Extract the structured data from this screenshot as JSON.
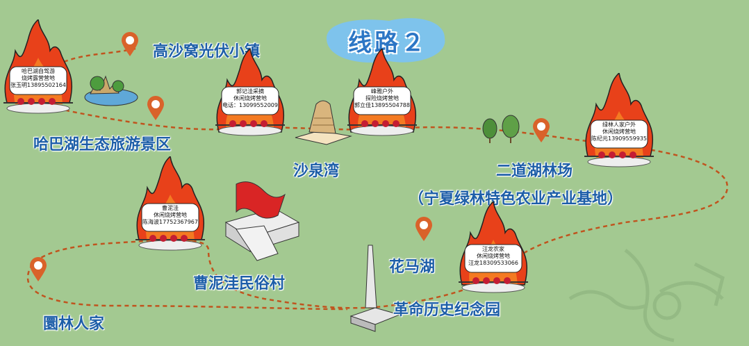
{
  "title": "线路２",
  "places": {
    "gaosha": "高沙窝光伏小镇",
    "habahu": "哈巴湖生态旅游景区",
    "shaquanwan": "沙泉湾",
    "erdaohu": "二道湖林场",
    "ningxia": "（宁夏绿林特色农业产业基地）",
    "caoniwa": "曹泥洼民俗村",
    "huamahu": "花马湖",
    "geming": "革命历史纪念园",
    "yuanlin": "圜林人家"
  },
  "camps": [
    {
      "line1": "哈巴湖自驾游",
      "line2": "烧烤露营营地",
      "line3": "张玉明13895502164"
    },
    {
      "line1": "郭记洼采摘",
      "line2": "休闲烧烤营地",
      "line3": "电话：13099552009"
    },
    {
      "line1": "峰雅户外",
      "line2": "探险烧烤营地",
      "line3": "郭立佳13895504788"
    },
    {
      "line1": "绿林人家户外",
      "line2": "休闲烧烤营地",
      "line3": "陈纪元13909559935"
    },
    {
      "line1": "曹泥洼",
      "line2": "休闲烧烤营地",
      "line3": "陈海波17752367967"
    },
    {
      "line1": "汪龙农家",
      "line2": "休闲烧烤营地",
      "line3": "汪龙18309533066"
    }
  ],
  "colors": {
    "background": "#a3c991",
    "route": "#c0541e",
    "label": "#1d5ea8",
    "fire": "#e8411a",
    "pin": "#d9622a"
  }
}
